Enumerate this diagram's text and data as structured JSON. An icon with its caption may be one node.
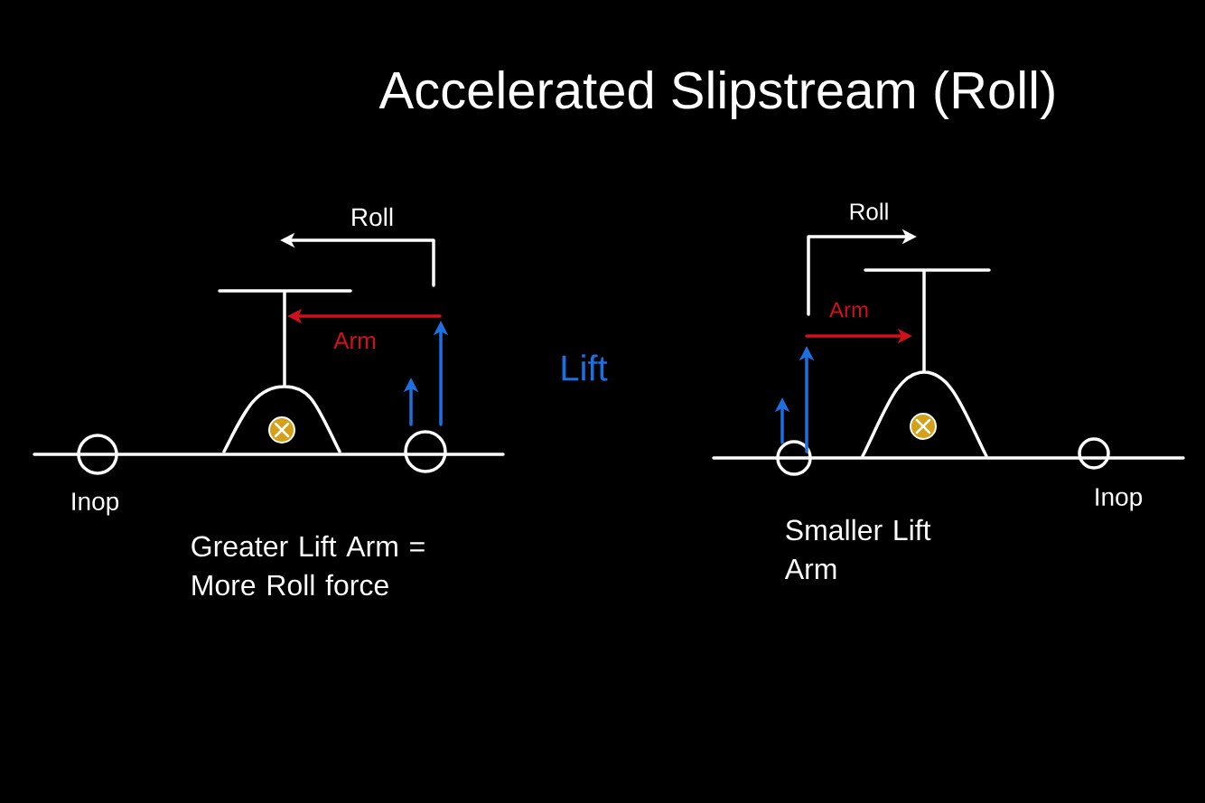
{
  "diagram": {
    "title": "Accelerated Slipstream (Roll)",
    "labels": [
      "Roll",
      "Roll",
      "Arm",
      "Arm",
      "Lift",
      "Inop",
      "Inop",
      "Greater Lift Arm = More Roll force",
      "Smaller Lift Arm"
    ]
  }
}
